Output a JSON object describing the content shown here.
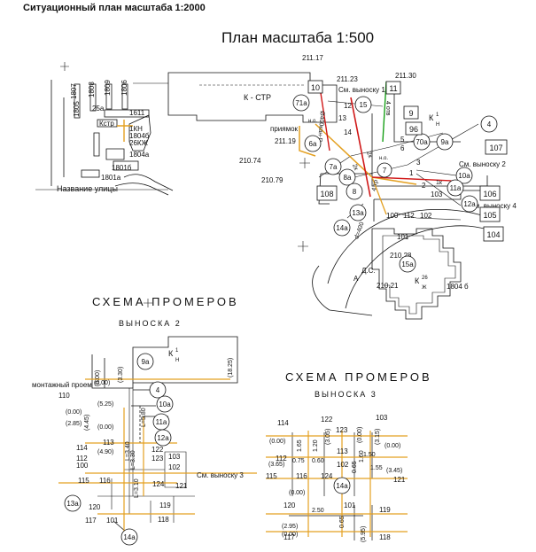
{
  "header": {
    "situational_title": "Ситуационный план масштаба 1:2000",
    "plan_title": "План масштаба 1:500"
  },
  "situation_plan": {
    "buildings": [
      "1807",
      "1808",
      "1809",
      "1806",
      "1805",
      "25а",
      "Кстр",
      "1611",
      "1КН",
      "1804б",
      "26КЖ",
      "1804а",
      "1801б",
      "1801а"
    ],
    "street_name": "Название улицы"
  },
  "main_plan": {
    "elevations": [
      "211.17",
      "211.23",
      "211.30",
      "211.19",
      "210.74",
      "210.79",
      "210.28",
      "210.21"
    ],
    "building_label": "К - СТР",
    "reference_labels": [
      "См. выноску 1",
      "См. выноску 2",
      "См. выноску 4"
    ],
    "pit_label": "приямок",
    "hn_labels": [
      "н.о.",
      "н.о."
    ],
    "kn": "К",
    "kn_sup": "1",
    "kn_sub": "Н",
    "red_labels": [
      "2к",
      "2к",
      "1к",
      "Ø400кан-D"
    ],
    "green_label": "4 отв",
    "circle_labels": [
      "71а",
      "15",
      "6а",
      "7а",
      "8а",
      "8",
      "7",
      "4",
      "70а",
      "9а",
      "10а",
      "11а",
      "12а",
      "13а",
      "14а",
      "15а"
    ],
    "box_labels": [
      "10",
      "11",
      "9",
      "96",
      "107",
      "108",
      "106",
      "105",
      "104"
    ],
    "plain_numbers": [
      "12",
      "13",
      "14",
      "5",
      "6",
      "3",
      "2",
      "1",
      "103",
      "100",
      "112",
      "102",
      "101",
      "4 тр"
    ],
    "ds_label": "Д.С.",
    "d_label": "d=400",
    "a_label": "А",
    "k26": "К",
    "k26_sup": "26",
    "k26_sub": "Ж",
    "b1804": "1804 б"
  },
  "schema2": {
    "title": "СХЕМА ПРОМЕРОВ",
    "subtitle": "ВЫНОСКА 2",
    "kn": "К",
    "kn_sup": "1",
    "kn_sub": "Н",
    "montage": "монтажный проем",
    "ref": "См. выноску 3",
    "numbers": [
      "110",
      "113",
      "114",
      "112",
      "100",
      "115",
      "116",
      "120",
      "117",
      "101",
      "118",
      "119",
      "121",
      "122",
      "123",
      "124",
      "102",
      "103"
    ],
    "dims": [
      "(0.00)",
      "(3.30)",
      "(18.25)",
      "(0.00)",
      "(5.25)",
      "(0.00)",
      "(2.85)",
      "(4.45)",
      "(0.00)",
      "(4.90)",
      "L=5.80",
      "L=3.40",
      "L=3.30",
      "L=3.10"
    ],
    "circles": [
      "9а",
      "4",
      "10а",
      "11а",
      "12а",
      "13а",
      "14а"
    ]
  },
  "schema3": {
    "title": "СХЕМА ПРОМЕРОВ",
    "subtitle": "ВЫНОСКА 3",
    "numbers": [
      "114",
      "122",
      "123",
      "103",
      "112",
      "113",
      "102",
      "115",
      "116",
      "124",
      "121",
      "120",
      "101",
      "119",
      "117",
      "118"
    ],
    "dims": [
      "(0.00)",
      "1.65",
      "1.20",
      "(3.05)",
      "(0.00)",
      "(3.15)",
      "(0.00)",
      "1.50",
      "(3.65)",
      "0.75",
      "0.60",
      "0.65",
      "1.60",
      "1.55",
      "(3.45)",
      "(0.00)",
      "2.50",
      "0.65",
      "(2.95)",
      "(0.00)",
      "(5.95)"
    ],
    "circle": "14а"
  }
}
